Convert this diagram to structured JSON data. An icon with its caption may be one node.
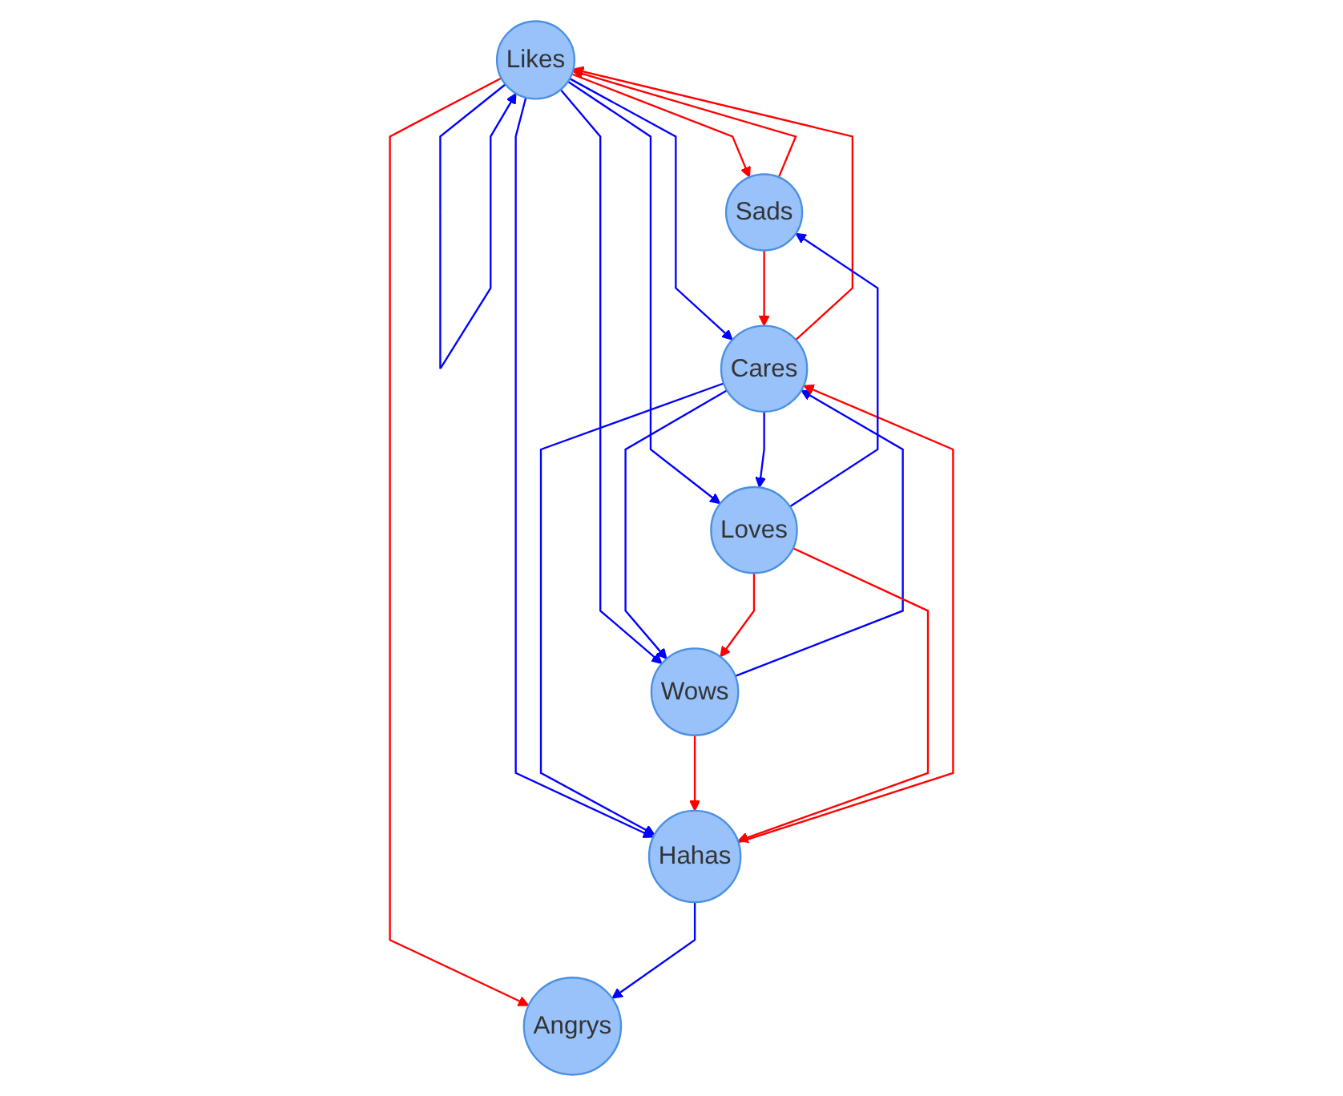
{
  "diagram": {
    "nodes": [
      {
        "text": [
          "Likes"
        ]
      },
      {
        "text": [
          "Angrys"
        ]
      },
      {
        "text": [
          "Sads"
        ]
      },
      {
        "text": [
          "Wows"
        ]
      },
      {
        "text": [
          "Cares"
        ]
      },
      {
        "text": [
          "Hahas"
        ]
      },
      {
        "text": [
          "Loves"
        ]
      }
    ],
    "edges": [
      {
        "from": 0,
        "to": 0,
        "arrow": "to"
      },
      {
        "from": 0,
        "to": 1,
        "arrow": "to",
        "color": "#ff0000"
      },
      {
        "from": 0,
        "to": 2,
        "arrow": "to",
        "color": "#ff0000"
      },
      {
        "from": 2,
        "to": 0,
        "arrow": "to",
        "color": "#ff0000"
      },
      {
        "from": 0,
        "to": 4,
        "arrow": "to"
      },
      {
        "from": 4,
        "to": 0,
        "arrow": "to",
        "color": "#ff0000"
      },
      {
        "from": 0,
        "to": 6,
        "arrow": "to"
      },
      {
        "from": 0,
        "to": 3,
        "arrow": "to"
      },
      {
        "from": 0,
        "to": 5,
        "arrow": "to"
      },
      {
        "from": 2,
        "to": 4,
        "arrow": "to",
        "color": "#ff0000"
      },
      {
        "from": 4,
        "to": 3,
        "arrow": "to"
      },
      {
        "from": 3,
        "to": 4,
        "arrow": "to"
      },
      {
        "from": 5,
        "to": 4,
        "arrow": "to",
        "color": "#ff0000"
      },
      {
        "from": 4,
        "to": 5,
        "arrow": "to"
      },
      {
        "from": 3,
        "to": 5,
        "arrow": "to",
        "color": "#ff0000"
      },
      {
        "from": 4,
        "to": 6,
        "arrow": "to"
      },
      {
        "from": 6,
        "to": 2,
        "arrow": "to"
      },
      {
        "from": 6,
        "to": 3,
        "arrow": "to",
        "color": "#ff0000"
      },
      {
        "from": 6,
        "to": 5,
        "arrow": "to",
        "color": "#ff0000"
      },
      {
        "from": 5,
        "to": 1,
        "arrow": "to"
      }
    ]
  }
}
